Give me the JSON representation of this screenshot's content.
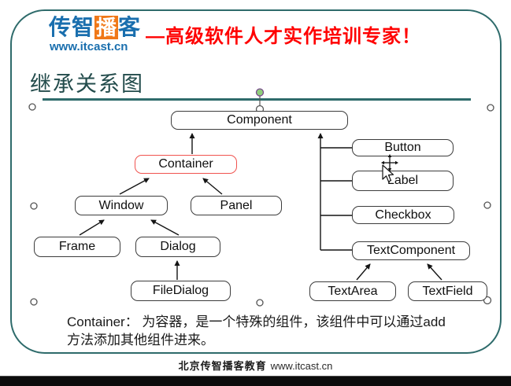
{
  "header": {
    "logo": {
      "part1": "传智",
      "part2": "播",
      "part3": "客",
      "url": "www.itcast.cn"
    },
    "slogan": "—高级软件人才实作培训专家！"
  },
  "slide": {
    "title": "继承关系图",
    "note": {
      "line1": "Container： 为容器，是一个特殊的组件，该组件中可以通过add",
      "line2": "方法添加其他组件进来。"
    }
  },
  "diagram": {
    "nodes": [
      {
        "id": "component",
        "label": "Component"
      },
      {
        "id": "container",
        "label": "Container",
        "accent": "#f0534f"
      },
      {
        "id": "window",
        "label": "Window"
      },
      {
        "id": "panel",
        "label": "Panel"
      },
      {
        "id": "frame",
        "label": "Frame"
      },
      {
        "id": "dialog",
        "label": "Dialog"
      },
      {
        "id": "filedialog",
        "label": "FileDialog"
      },
      {
        "id": "button",
        "label": "Button"
      },
      {
        "id": "label",
        "label": "Label"
      },
      {
        "id": "checkbox",
        "label": "Checkbox"
      },
      {
        "id": "textcomponent",
        "label": "TextComponent"
      },
      {
        "id": "textarea",
        "label": "TextArea"
      },
      {
        "id": "textfield",
        "label": "TextField"
      }
    ],
    "edges": [
      {
        "from": "Container",
        "to": "Component"
      },
      {
        "from": "Window",
        "to": "Container"
      },
      {
        "from": "Panel",
        "to": "Container"
      },
      {
        "from": "Frame",
        "to": "Window"
      },
      {
        "from": "Dialog",
        "to": "Window"
      },
      {
        "from": "FileDialog",
        "to": "Dialog"
      },
      {
        "from": "Button",
        "to": "Component"
      },
      {
        "from": "Label",
        "to": "Component"
      },
      {
        "from": "Checkbox",
        "to": "Component"
      },
      {
        "from": "TextComponent",
        "to": "Component"
      },
      {
        "from": "TextArea",
        "to": "TextComponent"
      },
      {
        "from": "TextField",
        "to": "TextComponent"
      }
    ]
  },
  "footer": {
    "org": "北京传智播客教育",
    "url": "www.itcast.cn"
  },
  "colors": {
    "accent_teal": "#2e6b6b",
    "logo_blue": "#1a6fae",
    "logo_orange": "#f07818",
    "slogan_red": "#ff0000",
    "container_border": "#f0534f"
  }
}
